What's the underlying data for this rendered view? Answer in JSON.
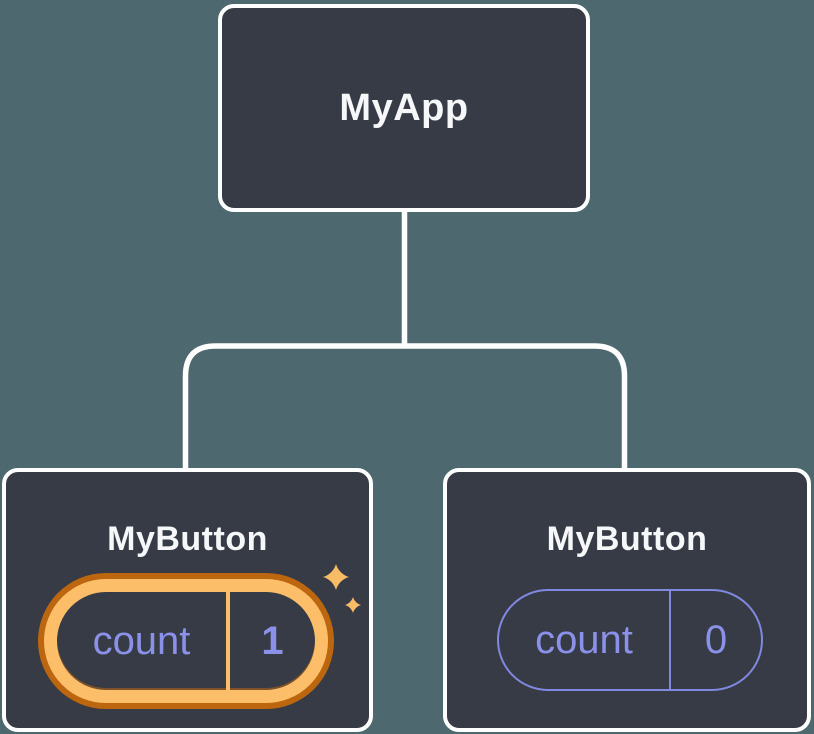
{
  "diagram": {
    "description": "React component tree with state",
    "root": {
      "label": "MyApp"
    },
    "children": [
      {
        "label": "MyButton",
        "state_key": "count",
        "state_value": "1",
        "highlighted": true
      },
      {
        "label": "MyButton",
        "state_key": "count",
        "state_value": "0",
        "highlighted": false
      }
    ],
    "icons": {
      "sparkle": "four-point-star"
    },
    "colors": {
      "background": "#4E686F",
      "node_fill": "#363B46",
      "node_border": "#FFFFFF",
      "connector_line": "#FFFFFF",
      "title_text": "#F6F7F9",
      "state_text": "#8B91E9",
      "plain_pill_border": "#8188DF",
      "highlight_ring_light": "#FCBE69",
      "highlight_ring_dark": "#BC660F",
      "sparkle": "#F9BC66"
    }
  }
}
